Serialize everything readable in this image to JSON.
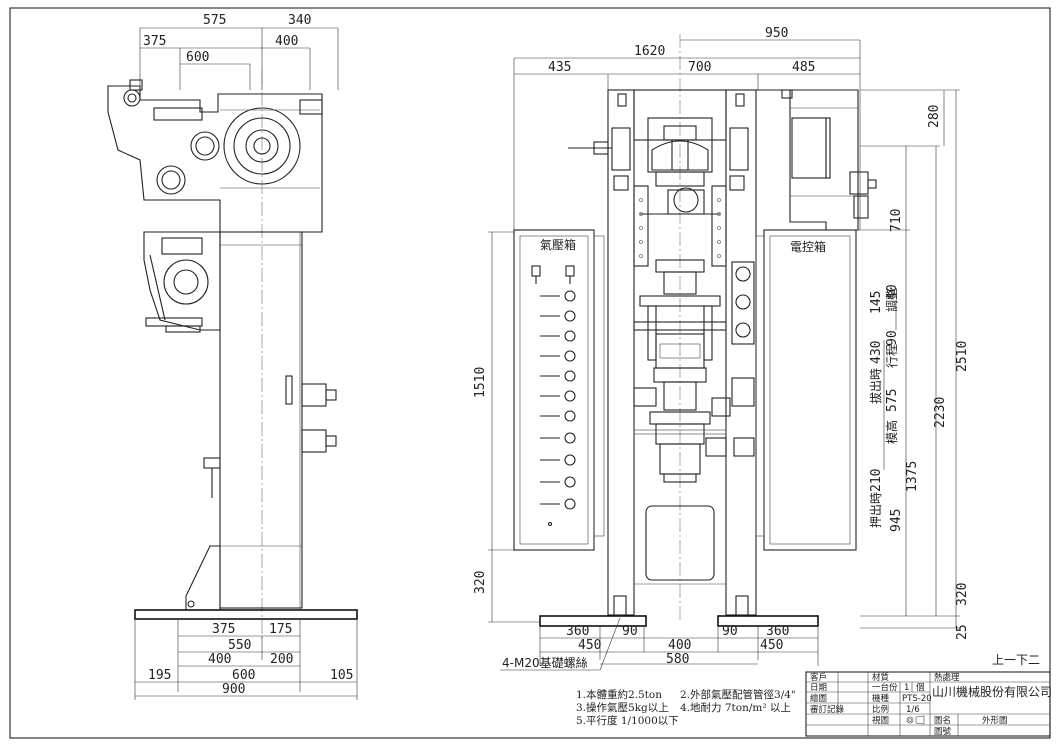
{
  "side_view": {
    "dims_top": [
      "575",
      "340",
      "375",
      "400",
      "600"
    ],
    "dims_bottom": [
      "375",
      "175",
      "550",
      "400",
      "200",
      "195",
      "600",
      "105",
      "900"
    ]
  },
  "front_view": {
    "dims_top": [
      "950",
      "1620",
      "435",
      "700",
      "485"
    ],
    "dims_right": [
      "280",
      "710",
      "145",
      "40",
      "90",
      "2510",
      "430",
      "575",
      "2230",
      "210",
      "1375",
      "945",
      "320",
      "25"
    ],
    "dims_left": [
      "1510",
      "320"
    ],
    "dims_bottom": [
      "360",
      "90",
      "400",
      "90",
      "360",
      "450",
      "580",
      "450"
    ],
    "vertical_labels": [
      "調整",
      "行程",
      "拔出時",
      "模高",
      "押出時"
    ],
    "panel_left_label": "氣壓箱",
    "panel_right_label": "電控箱",
    "bolt_label": "4-M20基礎螺絲"
  },
  "notes": [
    "1.本體重約2.5ton",
    "2.外部氣壓配管管徑3/4\"",
    "3.操作氣壓5kg以上",
    "4.地耐力  7ton/m² 以上",
    "5.平行度  1/1000以下"
  ],
  "orientation_note": "上一下二",
  "title_block": {
    "customer_label": "客戶",
    "date_label": "日期",
    "drawn_label": "繪圖",
    "approved_label": "審訂記錄",
    "material_label": "材質",
    "quantity_label": "一台份",
    "quantity_value": "1",
    "unit_label": "個",
    "model_label": "機種",
    "model_value": "PTS-20",
    "scale_label": "比例",
    "scale_value": "1/6",
    "view_label": "視圖",
    "heat_label": "熱處理",
    "company": "山川機械股份有限公司",
    "drawing_name_label": "圖名",
    "drawing_name": "外形圖",
    "drawing_no_label": "圖號"
  }
}
